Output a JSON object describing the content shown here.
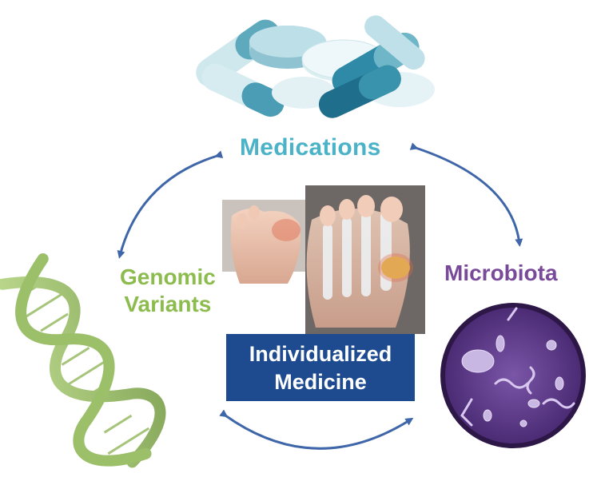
{
  "labels": {
    "medications": "Medications",
    "genomic_line1": "Genomic",
    "genomic_line2": "Variants",
    "microbiota": "Microbiota",
    "center_line1": "Individualized",
    "center_line2": "Medicine"
  },
  "colors": {
    "medications": "#4bb3c8",
    "genomic": "#8cbb4e",
    "microbiota": "#7a4a9a",
    "center_box": "#1e4b8f",
    "arrows": "#3f66a8"
  },
  "icons": [
    "pills-icon",
    "dna-helix-icon",
    "feet-gout-image",
    "microbiota-dish-icon"
  ]
}
